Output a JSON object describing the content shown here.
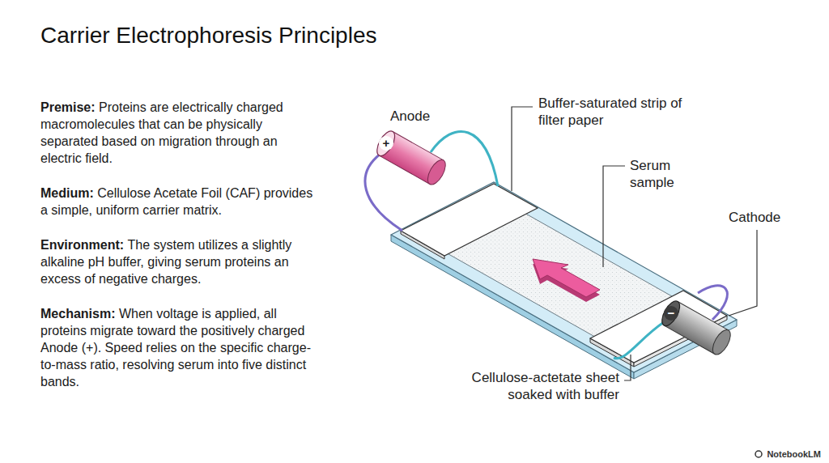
{
  "diagram": {
    "title": "Carrier Electrophoresis Principles",
    "labels": [
      "Premise:",
      "Proteins are electrically charged macromolecules that can be physically separated based on migration through an electric field.",
      "Medium:",
      "Cellulose Acetate Foil (CAF) provides a simple, uniform carrier matrix.",
      "Environment:",
      "The system utilizes a slightly alkaline pH buffer, giving serum proteins an excess of negative charges.",
      "Mechanism:",
      "When voltage is applied, all proteins migrate toward the positively charged Anode (+). Speed relies on the specific charge-to-mass ratio, resolving serum into five distinct bands.",
      "Anode",
      "Buffer-saturated strip of filter paper",
      "Serum sample",
      "Cathode",
      "Cellulose-actetate sheet soaked with buffer",
      "+",
      "−",
      "NotebookLM"
    ]
  }
}
